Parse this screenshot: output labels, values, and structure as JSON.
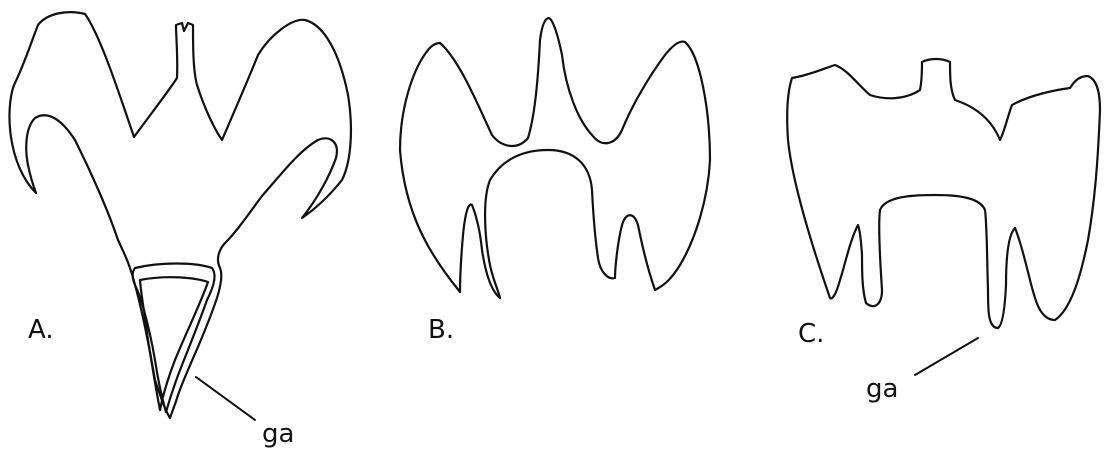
{
  "panels": [
    {
      "label": "A."
    },
    {
      "label": "B."
    },
    {
      "label": "C."
    }
  ],
  "annotations": [
    {
      "text": "ga"
    },
    {
      "text": "ga"
    }
  ]
}
